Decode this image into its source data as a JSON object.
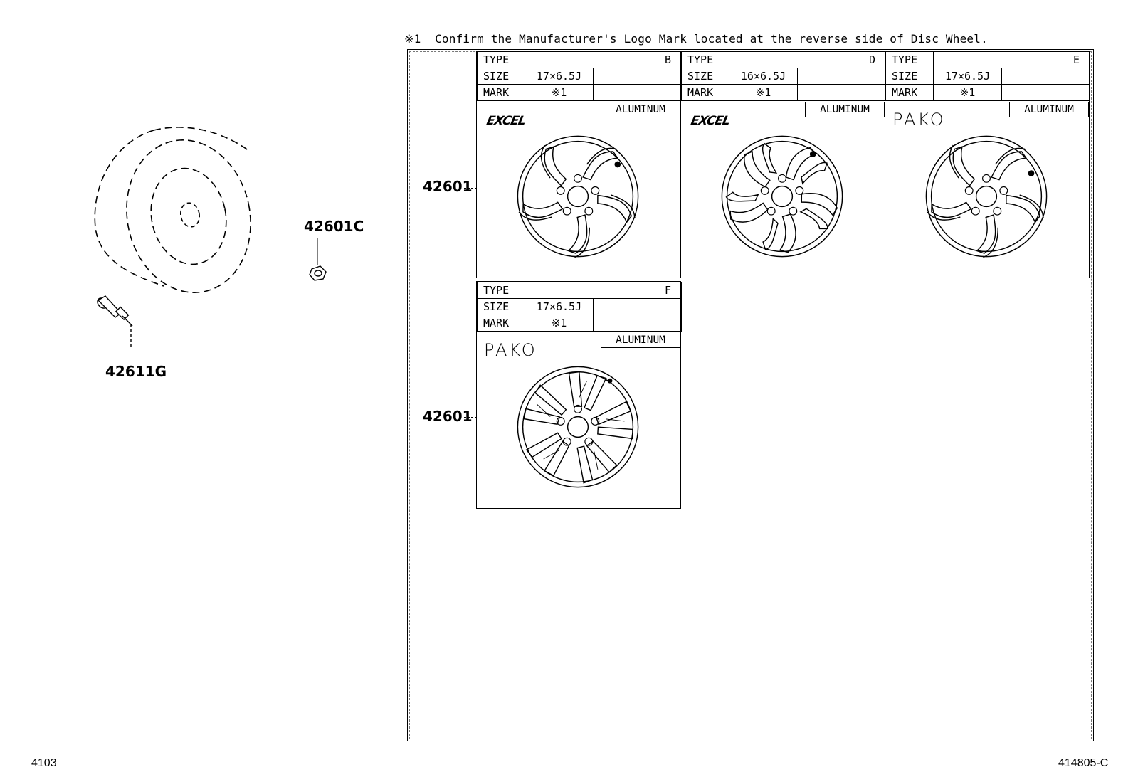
{
  "note": "※1  Confirm the Manufacturer's Logo Mark located at the reverse side of Disc Wheel.",
  "parts": {
    "wheel_assy": "42601",
    "wheel_assy_2": "42601",
    "valve": "42611G",
    "nut": "42601C"
  },
  "labels": {
    "type": "TYPE",
    "size": "SIZE",
    "mark": "MARK"
  },
  "wheels": [
    {
      "type": "B",
      "size": "17×6.5J",
      "mark": "※1",
      "material": "ALUMINUM",
      "logo": "EXCEL"
    },
    {
      "type": "D",
      "size": "16×6.5J",
      "mark": "※1",
      "material": "ALUMINUM",
      "logo": "EXCEL"
    },
    {
      "type": "E",
      "size": "17×6.5J",
      "mark": "※1",
      "material": "ALUMINUM",
      "logo": "PAKO"
    },
    {
      "type": "F",
      "size": "17×6.5J",
      "mark": "※1",
      "material": "ALUMINUM",
      "logo": "PAKO"
    }
  ],
  "footer": {
    "left": "4103",
    "right": "414805-C"
  }
}
